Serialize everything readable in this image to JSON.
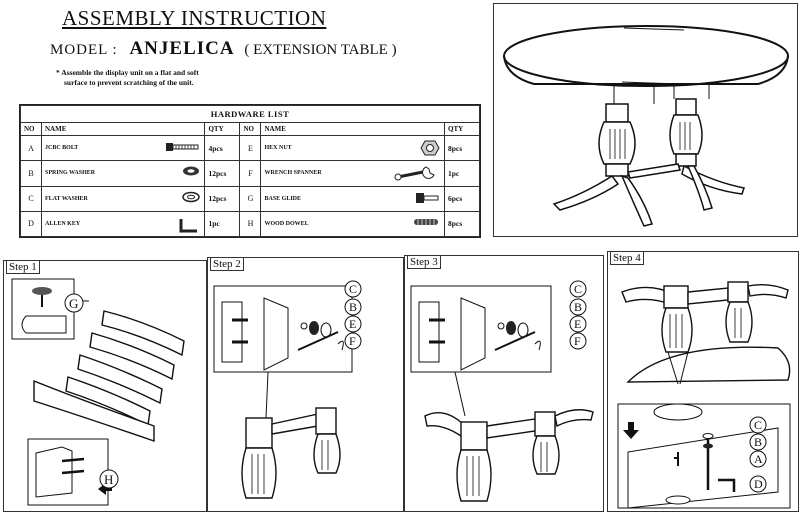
{
  "header": {
    "title": "ASSEMBLY INSTRUCTION",
    "model_label": "MODEL :",
    "model_name": "ANJELICA",
    "model_type": "( EXTENSION TABLE )",
    "note_line1": "* Assemble the display unit on a flat and soft",
    "note_line2": "surface to prevent scratching of the unit."
  },
  "hardware": {
    "caption": "HARDWARE LIST",
    "col_no": "NO",
    "col_name": "NAME",
    "col_qty": "QTY",
    "left": [
      {
        "no": "A",
        "name": "JCBC BOLT",
        "qty": "4pcs",
        "icon": "bolt-icon"
      },
      {
        "no": "B",
        "name": "SPRING WASHER",
        "qty": "12pcs",
        "icon": "spring-washer-icon"
      },
      {
        "no": "C",
        "name": "FLAT WASHER",
        "qty": "12pcs",
        "icon": "flat-washer-icon"
      },
      {
        "no": "D",
        "name": "ALLEN KEY",
        "qty": "1pc",
        "icon": "allen-key-icon"
      }
    ],
    "right": [
      {
        "no": "E",
        "name": "HEX NUT",
        "qty": "8pcs",
        "icon": "hex-nut-icon"
      },
      {
        "no": "F",
        "name": "WRENCH SPANNER",
        "qty": "1pc",
        "icon": "wrench-icon"
      },
      {
        "no": "G",
        "name": "BASE GLIDE",
        "qty": "6pcs",
        "icon": "base-glide-icon"
      },
      {
        "no": "H",
        "name": "WOOD DOWEL",
        "qty": "8pcs",
        "icon": "wood-dowel-icon"
      }
    ]
  },
  "steps": [
    {
      "label": "Step 1",
      "callouts": [
        "G",
        "H"
      ]
    },
    {
      "label": "Step 2",
      "callouts": [
        "C",
        "B",
        "E",
        "F"
      ]
    },
    {
      "label": "Step 3",
      "callouts": [
        "C",
        "B",
        "E",
        "F"
      ]
    },
    {
      "label": "Step 4",
      "callouts": [
        "C",
        "B",
        "A",
        "D"
      ]
    }
  ]
}
